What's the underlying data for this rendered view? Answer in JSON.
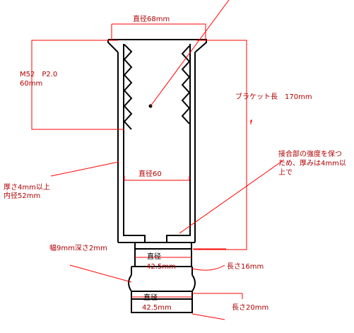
{
  "colors": {
    "outline": "#000000",
    "annotation": "#ff0000",
    "text": "#b00000",
    "hatch": "#000000",
    "background": "#ffffff"
  },
  "labels": {
    "top_diameter": "直径68mm",
    "thread_spec_line1": "M52　P2.0",
    "thread_spec_line2": "60mm",
    "bracket_length": "ブラケット長　170mm",
    "joint_note_line1": "接合部の強度を保つ",
    "joint_note_line2": "ため、厚みは4mm以",
    "joint_note_line3": "上で",
    "inner_diameter": "直径60",
    "wall_thickness_line1": "厚さ4mm以上",
    "wall_thickness_line2": "内径52mm",
    "groove": "幅9mm深さ2mm",
    "neck_diameter_label": "直径",
    "neck_diameter_value": "42.5mm",
    "neck_length": "長さ16mm",
    "base_diameter_label": "直径",
    "base_diameter_value": "42.5mm",
    "base_length": "長さ20mm"
  }
}
